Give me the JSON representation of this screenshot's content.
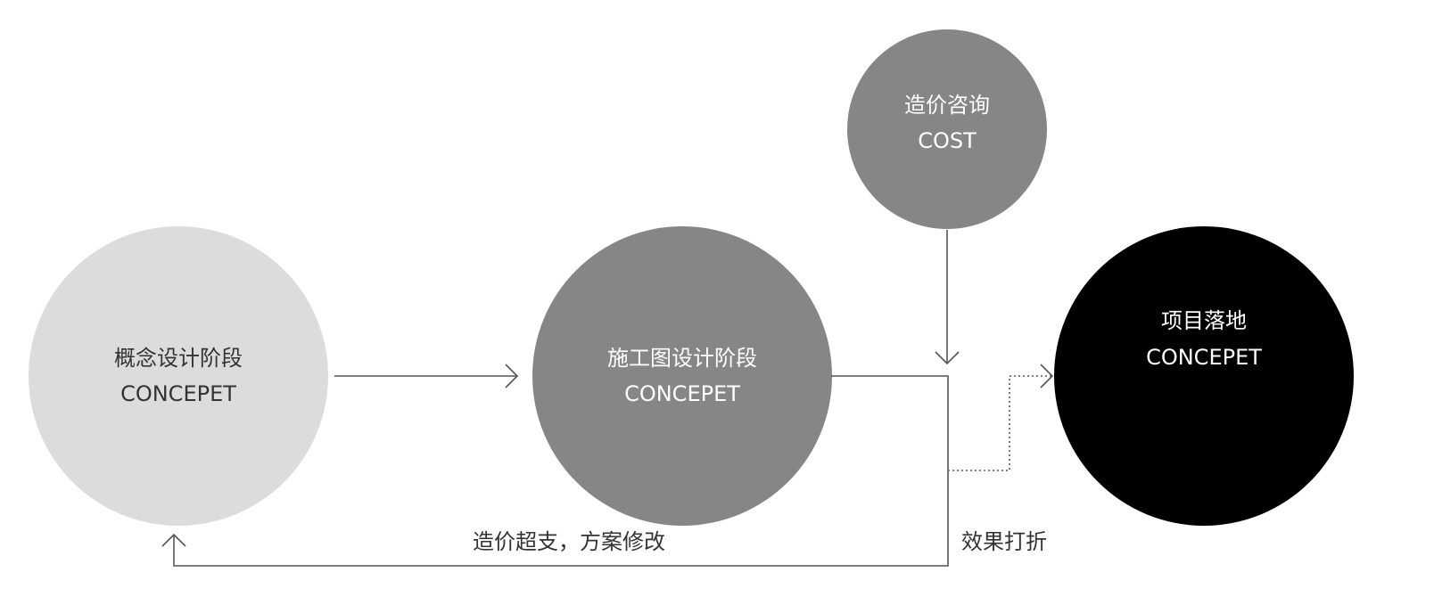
{
  "nodes": {
    "concept": {
      "title": "概念设计阶段",
      "subtitle": "CONCEPET",
      "fill": "#dcdddb",
      "text_color": "#333333"
    },
    "construction": {
      "title": "施工图设计阶段",
      "subtitle": "CONCEPET",
      "fill": "#868784",
      "text_color": "#ffffff"
    },
    "cost": {
      "title": "造价咨询",
      "subtitle": "COST",
      "fill": "#868784",
      "text_color": "#ffffff"
    },
    "landing": {
      "title": "项目落地",
      "subtitle": "CONCEPET",
      "fill": "#000000",
      "text_color": "#ffffff"
    }
  },
  "edges": {
    "feedback_label": "造价超支，方案修改",
    "discount_label": "效果打折"
  },
  "colors": {
    "line": "#555555",
    "caption": "#333333"
  }
}
